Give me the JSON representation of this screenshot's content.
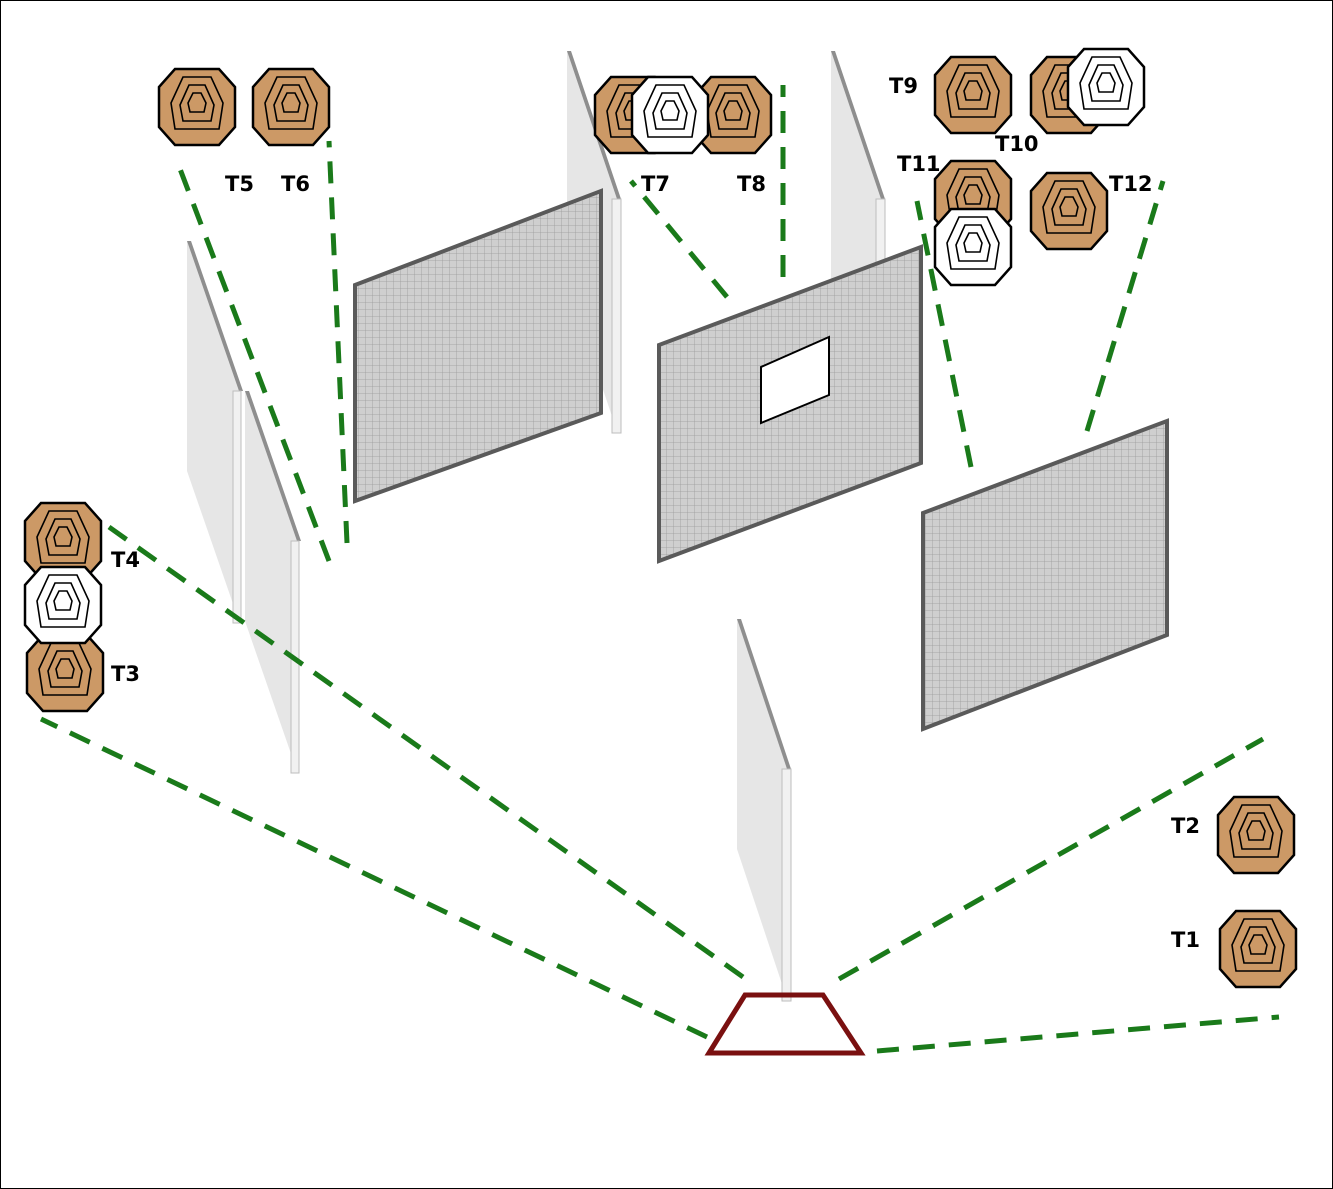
{
  "colors": {
    "shoot_target": "#cc9966",
    "no_shoot_target": "#ffffff",
    "fault_line": "#7a1010",
    "fov_line": "#1a7a1a",
    "mesh_fill": "#cfcfcf",
    "wall_fill": "#e6e6e6"
  },
  "targets": [
    {
      "id": "t1",
      "label": "T1"
    },
    {
      "id": "t2",
      "label": "T2"
    },
    {
      "id": "t3",
      "label": "T3"
    },
    {
      "id": "t4",
      "label": "T4"
    },
    {
      "id": "t5",
      "label": "T5"
    },
    {
      "id": "t6",
      "label": "T6"
    },
    {
      "id": "t7",
      "label": "T7"
    },
    {
      "id": "t8",
      "label": "T8"
    },
    {
      "id": "t9",
      "label": "T9"
    },
    {
      "id": "t10",
      "label": "T10"
    },
    {
      "id": "t11",
      "label": "T11"
    },
    {
      "id": "t12",
      "label": "T12"
    }
  ]
}
